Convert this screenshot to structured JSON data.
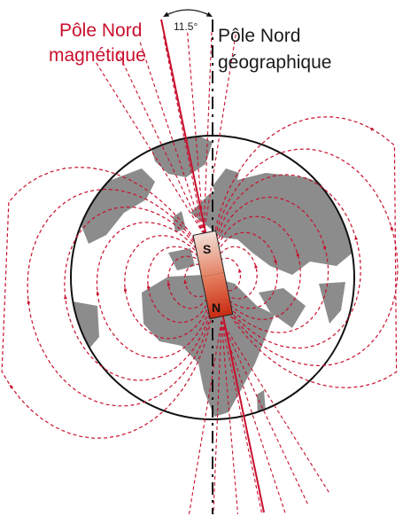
{
  "labels": {
    "magnetic_line1": "Pôle Nord",
    "magnetic_line2": "magnétique",
    "geographic_line1": "Pôle Nord",
    "geographic_line2": "géographique",
    "angle": "11.5°",
    "magnet_top": "S",
    "magnet_bottom": "N"
  },
  "colors": {
    "field_lines": "#c8102e",
    "magnetic_axis": "#c8102e",
    "geographic_axis": "#111111",
    "globe_outline": "#111111",
    "land": "#8c8c8c"
  },
  "tilt_degrees": 11.5
}
